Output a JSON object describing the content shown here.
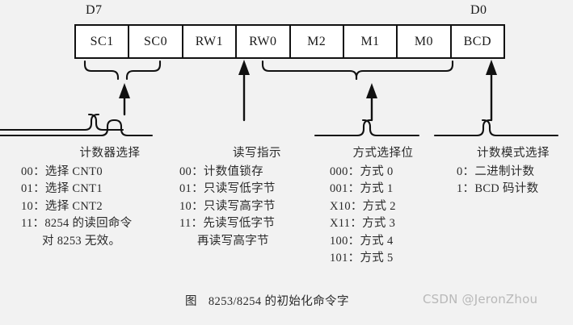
{
  "diagram": {
    "bit_labels": {
      "msb": "D7",
      "lsb": "D0"
    },
    "bits": [
      {
        "name": "SC1"
      },
      {
        "name": "SC0"
      },
      {
        "name": "RW1"
      },
      {
        "name": "RW0"
      },
      {
        "name": "M2"
      },
      {
        "name": "M1"
      },
      {
        "name": "M0"
      },
      {
        "name": "BCD"
      }
    ],
    "groups": [
      {
        "id": "counter-select",
        "title": "计数器选择",
        "lines": [
          "00：选择 CNT0",
          "01：选择 CNT1",
          "10：选择 CNT2",
          "11：8254 的读回命令",
          "对 8253 无效。"
        ]
      },
      {
        "id": "read-write-indicator",
        "title": "读写指示",
        "lines": [
          "00：计数值锁存",
          "01：只读写低字节",
          "10：只读写高字节",
          "11：先读写低字节",
          "再读写高字节"
        ]
      },
      {
        "id": "mode-select-bits",
        "title": "方式选择位",
        "lines": [
          "000：方式 0",
          "001：方式 1",
          "X10：方式 2",
          "X11：方式 3",
          "100：方式 4",
          "101：方式 5"
        ]
      },
      {
        "id": "count-mode-select",
        "title": "计数模式选择",
        "lines": [
          "0：二进制计数",
          "1：BCD 码计数"
        ]
      }
    ]
  },
  "caption": {
    "figure_word": "图",
    "text": "8253/8254 的初始化命令字"
  },
  "watermark": {
    "text": "CSDN @JeronZhou"
  },
  "colors": {
    "background": "#f2f2f2",
    "stroke": "#111111",
    "text": "#2a2a2a",
    "watermark": "#b9b9b9",
    "cell_fill": "#ffffff"
  }
}
